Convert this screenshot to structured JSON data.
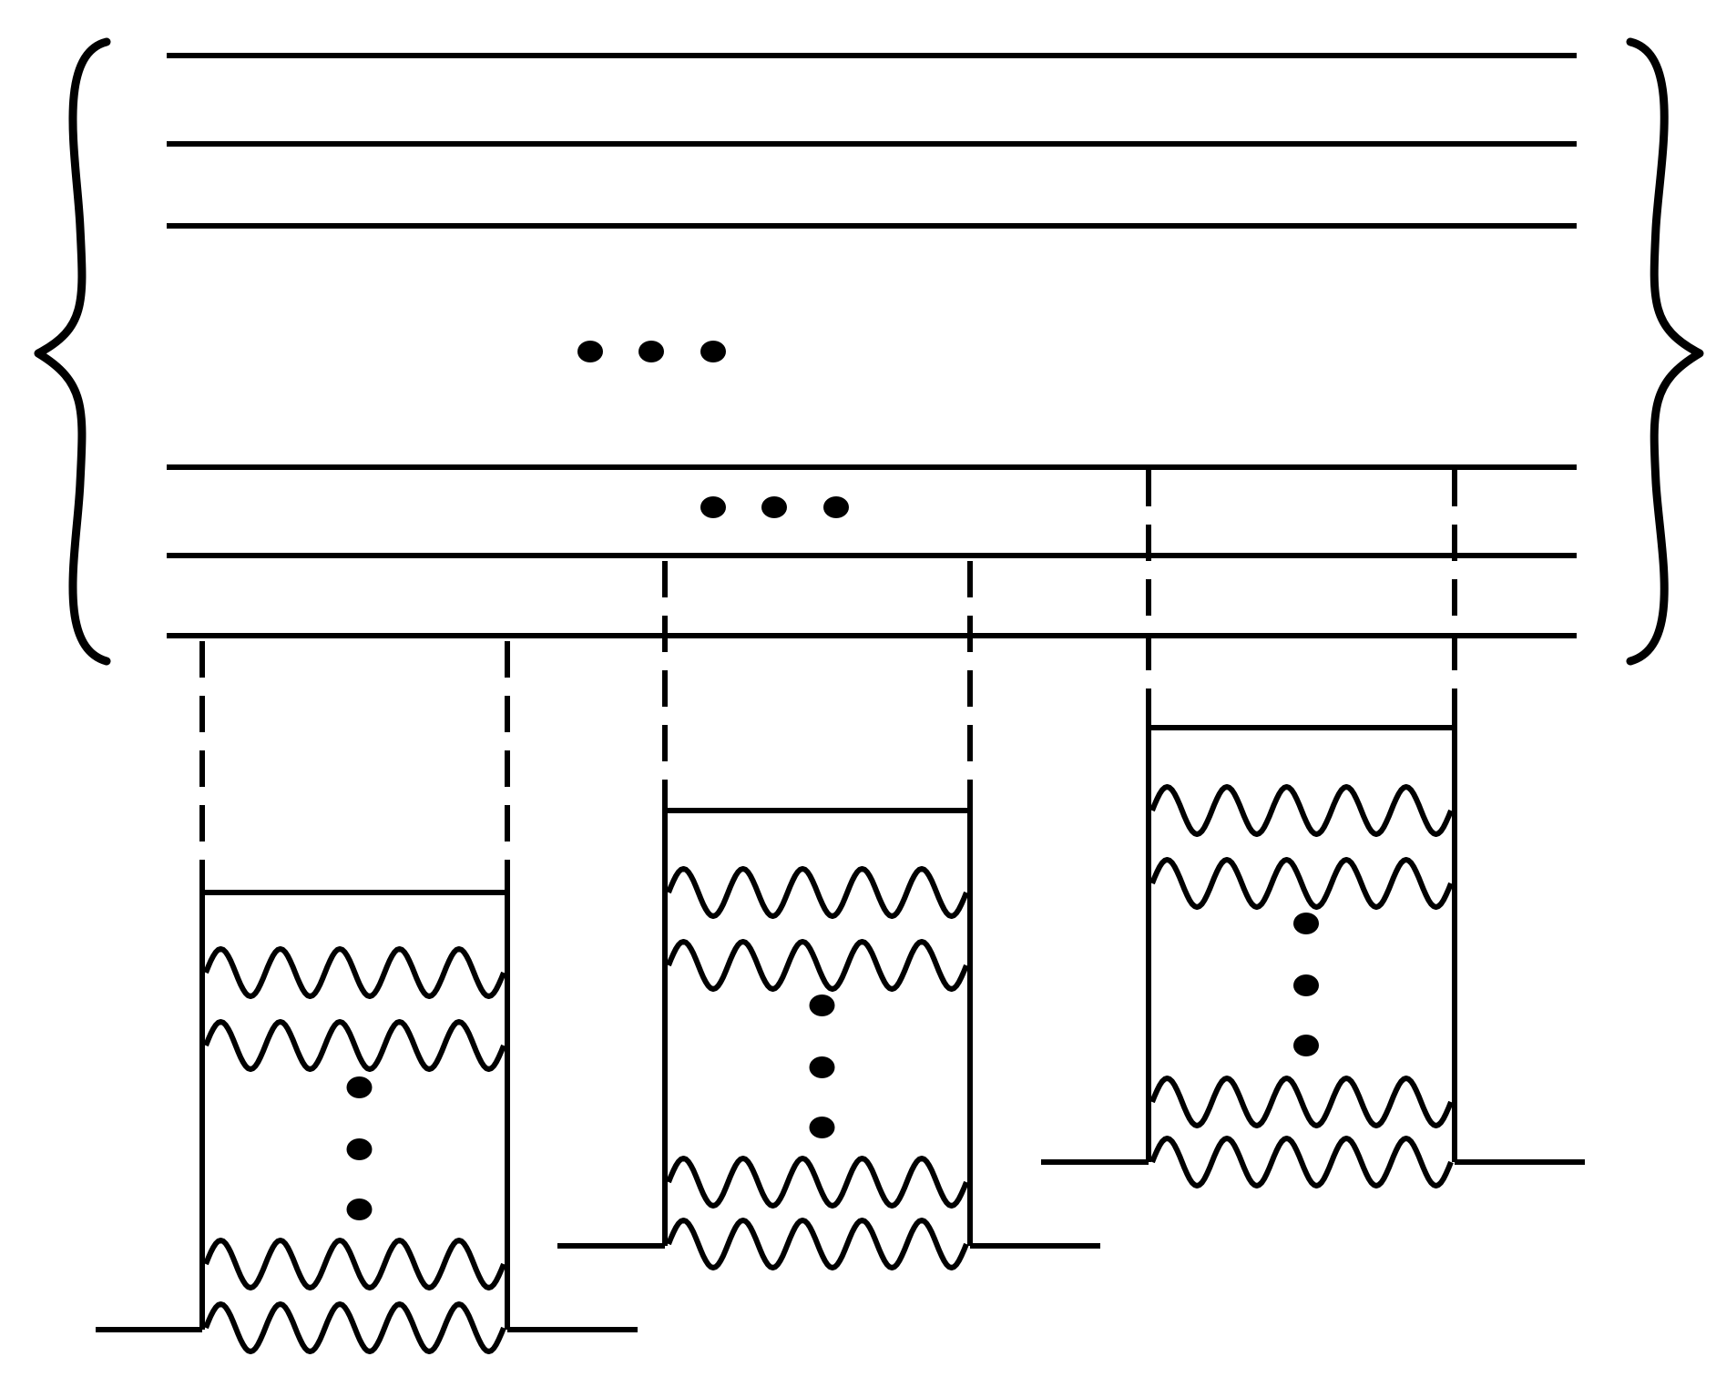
{
  "diagram": {
    "kind": "energy-level diagram",
    "line_color": "#000000",
    "background": "#ffffff",
    "upper_group": {
      "enclosed_by": "curly braces",
      "solid_level_count": 6,
      "ellipsis_marks": [
        "horizontal-dots",
        "horizontal-dots"
      ]
    },
    "wells": [
      {
        "id": "well-1",
        "wavy_line_count": 4,
        "vertical_ellipsis": true
      },
      {
        "id": "well-2",
        "wavy_line_count": 4,
        "vertical_ellipsis": true
      },
      {
        "id": "well-3",
        "wavy_line_count": 4,
        "vertical_ellipsis": true
      }
    ]
  }
}
